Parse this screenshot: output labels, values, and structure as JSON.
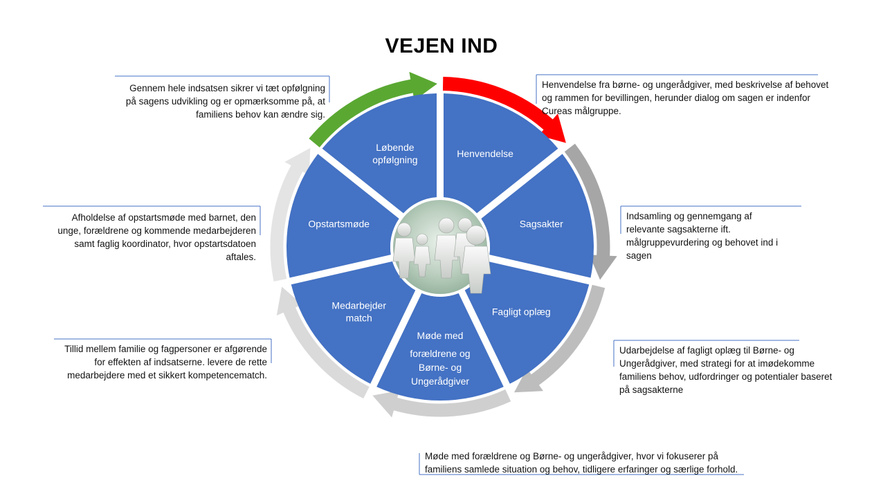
{
  "title": "VEJEN IND",
  "segments": [
    {
      "key": "henvendelse",
      "lines": [
        "Henvendelse"
      ]
    },
    {
      "key": "sagsakter",
      "lines": [
        "Sagsakter"
      ]
    },
    {
      "key": "fagligt-oplaeg",
      "lines": [
        "Fagligt oplæg"
      ]
    },
    {
      "key": "moede",
      "lines": [
        "Møde med",
        "forældrene og",
        "Børne- og",
        "Ungerådgiver"
      ]
    },
    {
      "key": "medarbejder-match",
      "lines": [
        "Medarbejder",
        "match"
      ]
    },
    {
      "key": "opstartsmoede",
      "lines": [
        "Opstartsmøde"
      ]
    },
    {
      "key": "loebende-opfoelgning",
      "lines": [
        "Løbende",
        "opfølgning"
      ]
    }
  ],
  "callouts": [
    {
      "key": "henvendelse",
      "lines": [
        "Henvendelse fra børne- og ungerådgiver,  med beskrivelse af behovet",
        "og rammen for bevillingen, herunder dialog om sagen er indenfor",
        "Cureas målgruppe."
      ]
    },
    {
      "key": "sagsakter",
      "lines": [
        "Indsamling og gennemgang af",
        "relevante sagsakterne ift.",
        "målgruppevurdering og behovet ind i",
        "sagen"
      ]
    },
    {
      "key": "fagligt-oplaeg",
      "lines": [
        "Udarbejdelse af fagligt oplæg til Børne- og",
        "Ungerådgiver, med strategi for at imødekomme",
        "familiens behov, udfordringer og potentialer baseret",
        "på sagsakterne"
      ]
    },
    {
      "key": "moede",
      "lines": [
        "Møde med forældrene og Børne- og ungerådgiver, hvor vi fokuserer på",
        "familiens samlede situation og behov,  tidligere erfaringer og særlige forhold."
      ]
    },
    {
      "key": "medarbejder-match",
      "lines": [
        "Tillid mellem familie og fagpersoner er afgørende",
        "for effekten af indsatserne. levere de rette",
        "medarbejdere med et sikkert kompetencematch."
      ]
    },
    {
      "key": "opstartsmoede",
      "lines": [
        "Afholdelse af opstartsmøde med barnet, den",
        "unge, forældrene og  kommende medarbejderen",
        "samt  faglig koordinator, hvor opstartsdatoen",
        "aftales."
      ]
    },
    {
      "key": "loebende-opfoelgning",
      "lines": [
        "Gennem hele indsatsen sikrer vi tæt opfølgning",
        "på sagens udvikling og er opmærksomme på, at",
        "familiens behov kan ændre sig."
      ]
    }
  ],
  "colors": {
    "segment_fill": "#4472c4",
    "red_arrow": "#ff0000",
    "green_arrow": "#5aa832",
    "callout_line": "#4472c4"
  },
  "center_image": "people-figures-icon"
}
